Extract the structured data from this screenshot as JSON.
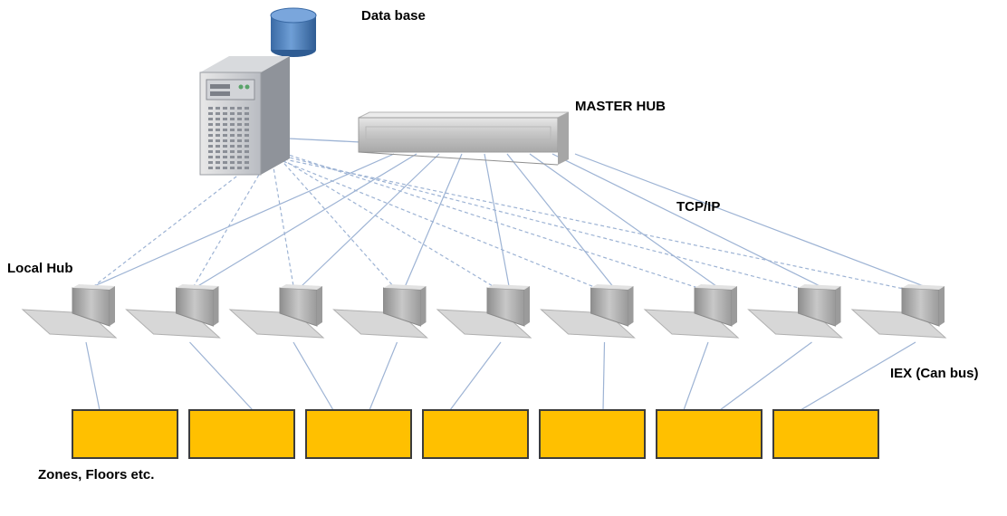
{
  "labels": {
    "database": "Data base",
    "master_hub": "MASTER HUB",
    "tcp_ip": "TCP/IP",
    "local_hub": "Local Hub",
    "iex": "IEX (Can bus)",
    "zones": "Zones, Floors etc."
  },
  "colors": {
    "database": "#4a7ebb",
    "link_line": "#9db3d4",
    "hub_device": "#c9c9c9",
    "zone_fill": "#ffc000",
    "zone_border": "#3c3c3c"
  },
  "diagram": {
    "local_hub_count": 9,
    "zone_count": 7,
    "server_to_local_links": "dashed",
    "master_to_local_links": "solid"
  }
}
